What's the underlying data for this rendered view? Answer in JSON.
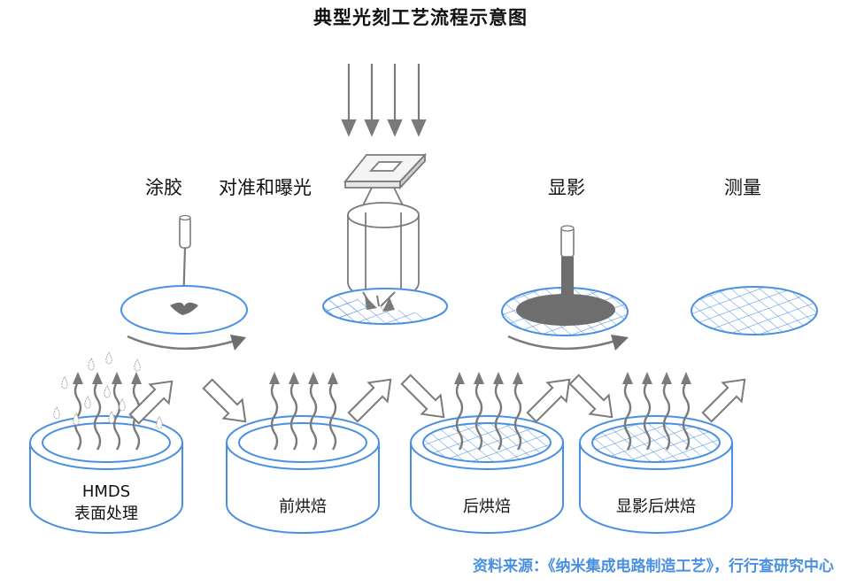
{
  "title": "典型光刻工艺流程示意图",
  "top_steps": [
    {
      "id": "coating",
      "label": "涂胶"
    },
    {
      "id": "exposure",
      "label": "对准和曝光"
    },
    {
      "id": "develop",
      "label": "显影"
    },
    {
      "id": "measure",
      "label": "测量"
    }
  ],
  "bottom_steps": [
    {
      "id": "hmds",
      "label_line1": "HMDS",
      "label_line2": "表面处理"
    },
    {
      "id": "prebake",
      "label_line1": "前烘焙",
      "label_line2": ""
    },
    {
      "id": "postbake",
      "label_line1": "后烘焙",
      "label_line2": ""
    },
    {
      "id": "devbake",
      "label_line1": "显影后烘焙",
      "label_line2": ""
    }
  ],
  "source": "资料来源：《纳米集成电路制造工艺》，行行查研究中心",
  "colors": {
    "wafer_blue": "#4a90e2",
    "gray": "#7a7a7a",
    "dark_gray": "#6e6e6e",
    "source_blue": "#4a90e2"
  }
}
